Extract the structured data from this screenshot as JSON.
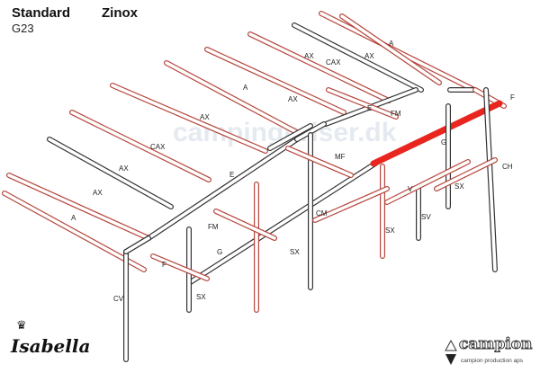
{
  "header": {
    "model": "Standard",
    "variant": "Zinox",
    "size": "G23"
  },
  "watermark": "campingpriser.dk",
  "brand_left": "Isabella",
  "brand_right": {
    "name": "campion",
    "tagline": "campion production aps"
  },
  "labels": [
    "A",
    "AX",
    "AX",
    "CAX",
    "AX",
    "A",
    "AX",
    "CAX",
    "AX",
    "AX",
    "A",
    "E",
    "FM",
    "F",
    "MF",
    "G",
    "CH",
    "SX",
    "V",
    "SV",
    "SX",
    "CM",
    "E",
    "FM",
    "G",
    "SX",
    "F",
    "SX",
    "CV"
  ],
  "colors": {
    "highlight": "#e8251f",
    "part_red": "#b5463c",
    "part_dark": "#333333"
  }
}
